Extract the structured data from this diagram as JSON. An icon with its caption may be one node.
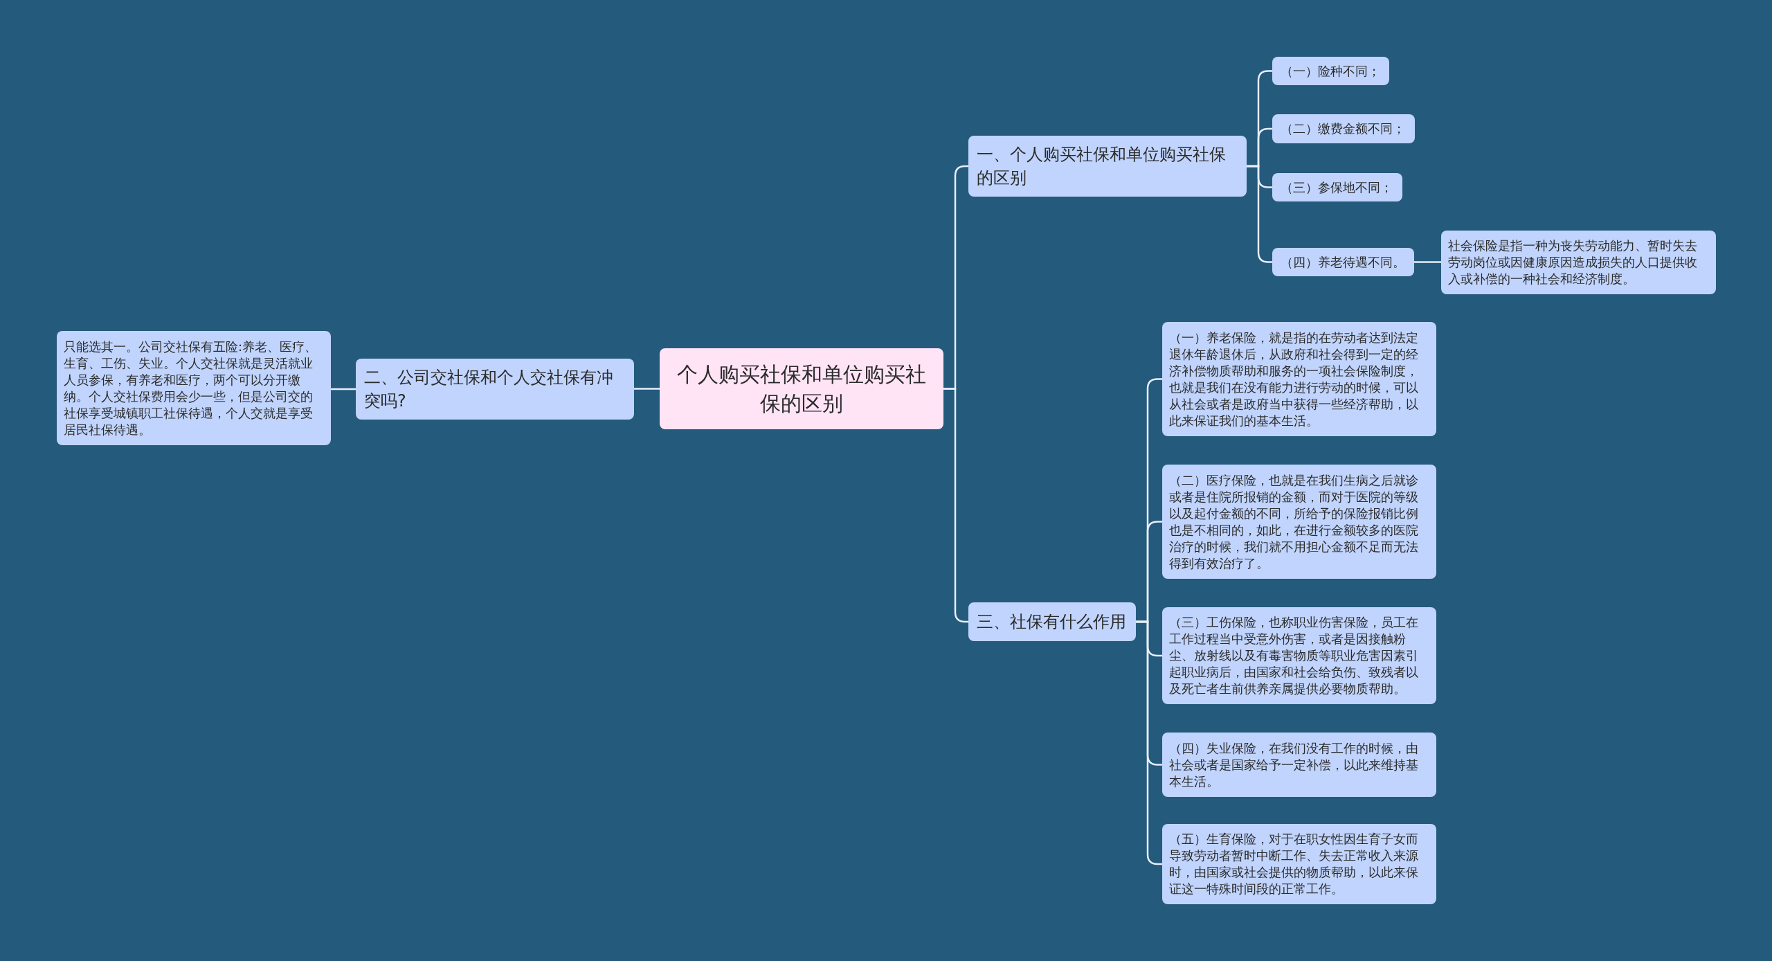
{
  "diagram": {
    "nodes": [
      {
        "text": [
          "个人购买社保和单位购买社保的区别"
        ]
      },
      {
        "text": [
          "一、个人购买社保和单位购买社保的区别"
        ]
      },
      {
        "text": [
          "（一）险种不同；"
        ]
      },
      {
        "text": [
          "（二）缴费金额不同；"
        ]
      },
      {
        "text": [
          "（三）参保地不同；"
        ]
      },
      {
        "text": [
          "（四）养老待遇不同。"
        ]
      },
      {
        "text": [
          "社会保险是指一种为丧失劳动能力、暂时失去劳动岗位或因健康原因造成损失的人口提供收入或补偿的一种社会和经济制度。"
        ]
      },
      {
        "text": [
          "三、社保有什么作用"
        ]
      },
      {
        "text": [
          "（一）养老保险，就是指的在劳动者达到法定退休年龄退休后，从政府和社会得到一定的经济补偿物质帮助和服务的一项社会保险制度，也就是我们在没有能力进行劳动的时候，可以从社会或者是政府当中获得一些经济帮助，以此来保证我们的基本生活。"
        ]
      },
      {
        "text": [
          "（二）医疗保险，也就是在我们生病之后就诊或者是住院所报销的金额，而对于医院的等级以及起付金额的不同，所给予的保险报销比例也是不相同的，如此，在进行金额较多的医院治疗的时候，我们就不用担心金额不足而无法得到有效治疗了。"
        ]
      },
      {
        "text": [
          "（三）工伤保险，也称职业伤害保险，员工在工作过程当中受意外伤害，或者是因接触粉尘、放射线以及有毒害物质等职业危害因素引起职业病后，由国家和社会给负伤、致残者以及死亡者生前供养亲属提供必要物质帮助。"
        ]
      },
      {
        "text": [
          "（四）失业保险，在我们没有工作的时候，由社会或者是国家给予一定补偿，以此来维持基本生活。"
        ]
      },
      {
        "text": [
          "（五）生育保险，对于在职女性因生育子女而导致劳动者暂时中断工作、失去正常收入来源时，由国家或社会提供的物质帮助，以此来保证这一特殊时间段的正常工作。"
        ]
      },
      {
        "text": [
          "二、公司交社保和个人交社保有冲突吗?"
        ]
      },
      {
        "text": [
          "只能选其一。公司交社保有五险:养老、医疗、生育、工伤、失业。个人交社保就是灵活就业人员参保，有养老和医疗，两个可以分开缴纳。个人交社保费用会少一些，但是公司交的社保享受城镇职工社保待遇，个人交就是享受居民社保待遇。"
        ]
      }
    ],
    "edges": [
      {
        "from": 0,
        "to": 1,
        "arrow": "none"
      },
      {
        "from": 0,
        "to": 7,
        "arrow": "none"
      },
      {
        "from": 0,
        "to": 13,
        "arrow": "none"
      },
      {
        "from": 1,
        "to": 2,
        "arrow": "none"
      },
      {
        "from": 1,
        "to": 3,
        "arrow": "none"
      },
      {
        "from": 1,
        "to": 4,
        "arrow": "none"
      },
      {
        "from": 1,
        "to": 5,
        "arrow": "none"
      },
      {
        "from": 5,
        "to": 6,
        "arrow": "none"
      },
      {
        "from": 7,
        "to": 8,
        "arrow": "none"
      },
      {
        "from": 7,
        "to": 9,
        "arrow": "none"
      },
      {
        "from": 7,
        "to": 10,
        "arrow": "none"
      },
      {
        "from": 7,
        "to": 11,
        "arrow": "none"
      },
      {
        "from": 7,
        "to": 12,
        "arrow": "none"
      },
      {
        "from": 13,
        "to": 14,
        "arrow": "none"
      }
    ]
  }
}
